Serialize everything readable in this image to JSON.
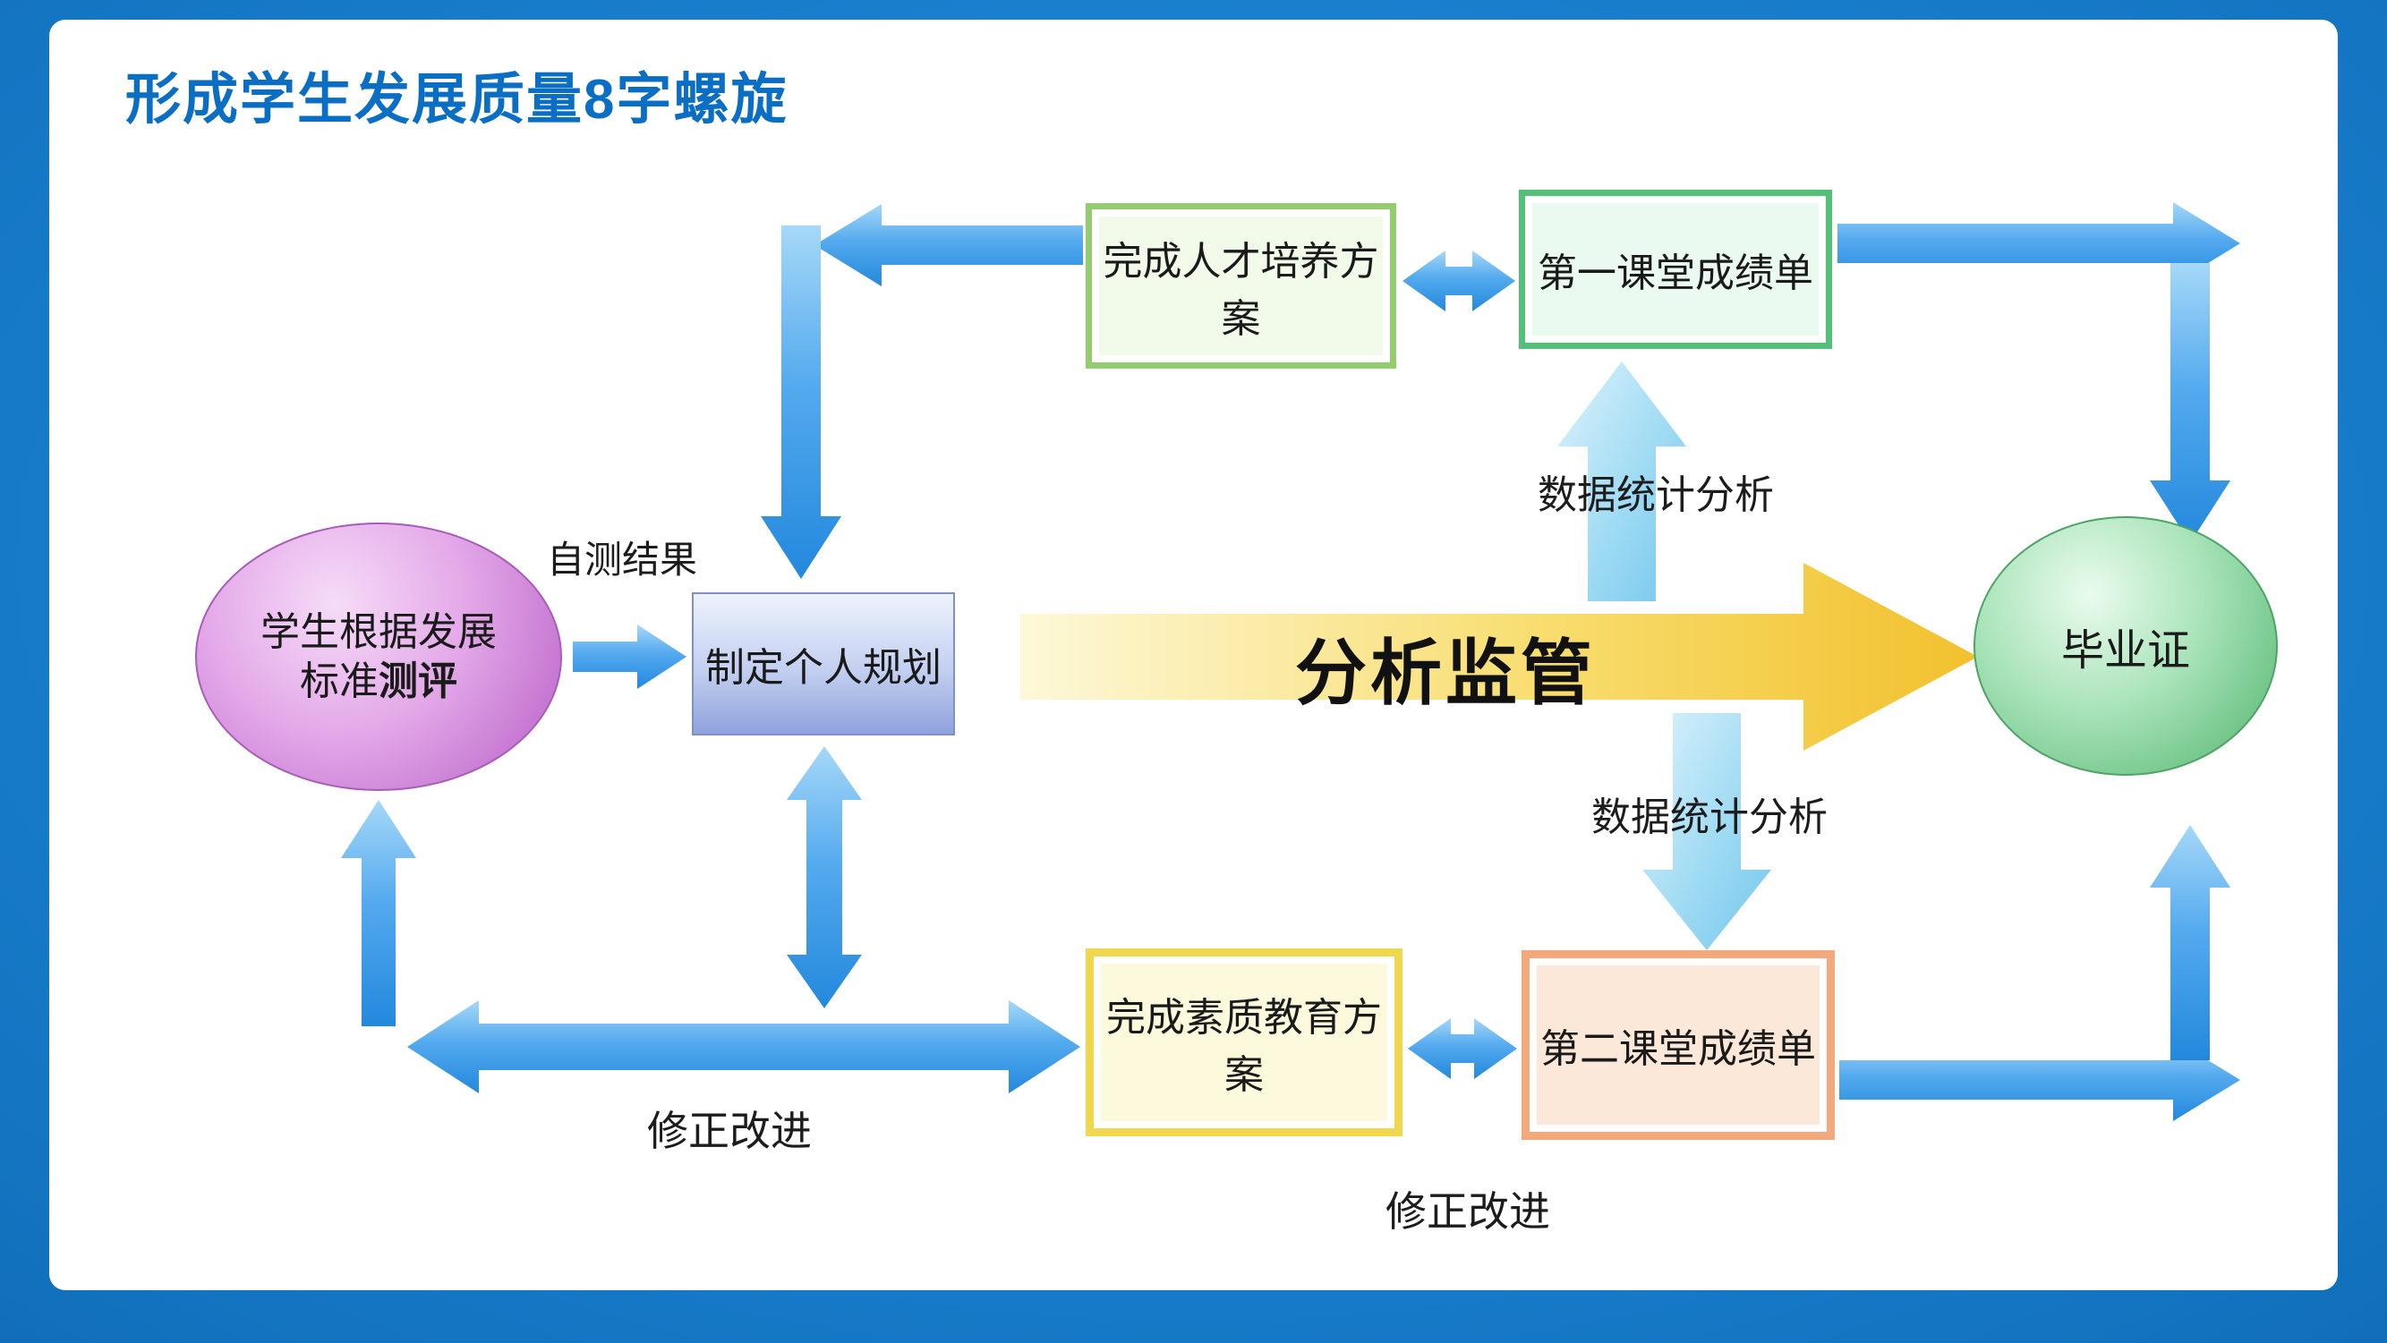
{
  "page": {
    "title": "形成学生发展质量8字螺旋"
  },
  "nodes": {
    "student": {
      "line1": "学生根据发展",
      "line2_normal": "标准",
      "line2_bold": "测评"
    },
    "personal_plan": {
      "label": "制定个人规划"
    },
    "talent_plan": {
      "label": "完成人才培养方案"
    },
    "first_class": {
      "label": "第一课堂成绩单"
    },
    "quality_plan": {
      "label": "完成素质教育方案"
    },
    "second_class": {
      "label": "第二课堂成绩单"
    },
    "diploma": {
      "label": "毕业证"
    }
  },
  "labels": {
    "self_test": "自测结果",
    "analysis": "分析监管",
    "data_stats_top": "数据统计分析",
    "data_stats_bottom": "数据统计分析",
    "revise_left": "修正改进",
    "revise_bottom": "修正改进"
  },
  "colors": {
    "background_blue": "#1373c0",
    "panel": "#ffffff",
    "title_text": "#0b6ec5",
    "arrow_blue": "#3e9fe9",
    "arrow_cyan": "#8fd4f2",
    "arrow_yellow": "#f5c53a",
    "student_fill": "#d98fe0",
    "plan_border": "#7d90c8",
    "talent_border": "#94cc70",
    "first_border": "#52c177",
    "quality_border": "#f0d84e",
    "second_border": "#f4a97c",
    "diploma_fill": "#7cc993"
  }
}
